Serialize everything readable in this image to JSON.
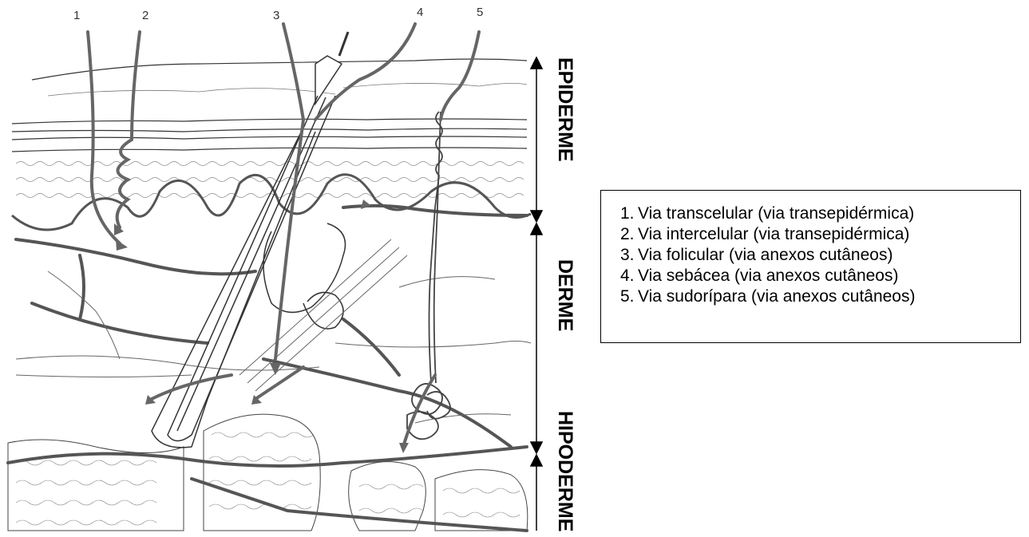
{
  "figure": {
    "pathway_numbers": [
      "1",
      "2",
      "3",
      "4",
      "5"
    ],
    "layers": [
      "EPIDERME",
      "DERME",
      "HIPODERME"
    ]
  },
  "legend": {
    "items": [
      {
        "number": "1.",
        "text": "Via transcelular (via transepidérmica)"
      },
      {
        "number": "2.",
        "text": "Via intercelular (via transepidérmica)"
      },
      {
        "number": "3.",
        "text": "Via folicular (via anexos cutâneos)"
      },
      {
        "number": "4.",
        "text": "Via sebácea (via anexos cutâneos)"
      },
      {
        "number": "5.",
        "text": "Via sudorípara (via anexos cutâneos)"
      }
    ]
  }
}
